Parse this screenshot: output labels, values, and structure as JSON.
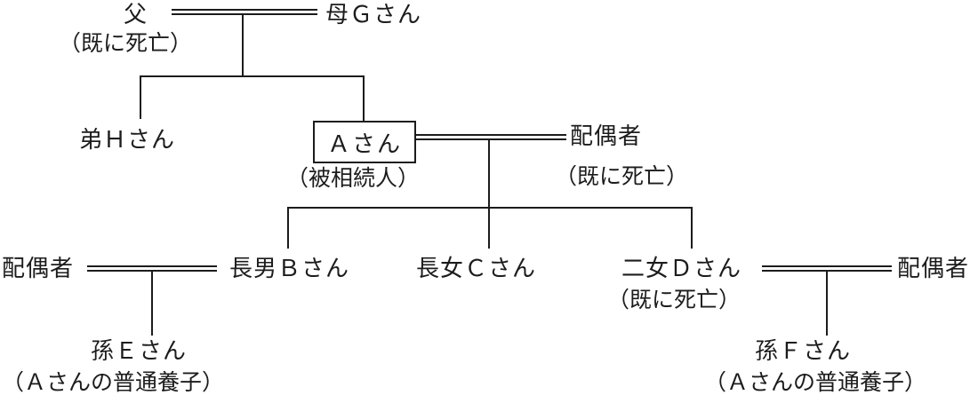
{
  "diagram": {
    "type": "family-tree",
    "ink_color": "#1c1c1c",
    "background_color": "#ffffff",
    "nodes": {
      "father": {
        "label": "父",
        "note": "（既に死亡）"
      },
      "mother": {
        "label": "母Ｇさん"
      },
      "brother_h": {
        "label": "弟Ｈさん"
      },
      "decedent_a": {
        "label": "Ａさん",
        "note": "（被相続人）",
        "boxed": true
      },
      "decedent_spouse": {
        "label": "配偶者",
        "note": "（既に死亡）"
      },
      "son_b_spouse": {
        "label": "配偶者"
      },
      "son_b": {
        "label": "長男Ｂさん"
      },
      "daughter_c": {
        "label": "長女Ｃさん"
      },
      "daughter_d": {
        "label": "二女Ｄさん",
        "note": "（既に死亡）"
      },
      "daughter_d_spouse": {
        "label": "配偶者"
      },
      "grandchild_e": {
        "label": "孫Ｅさん",
        "note": "（Ａさんの普通養子）"
      },
      "grandchild_f": {
        "label": "孫Ｆさん",
        "note": "（Ａさんの普通養子）"
      }
    }
  }
}
